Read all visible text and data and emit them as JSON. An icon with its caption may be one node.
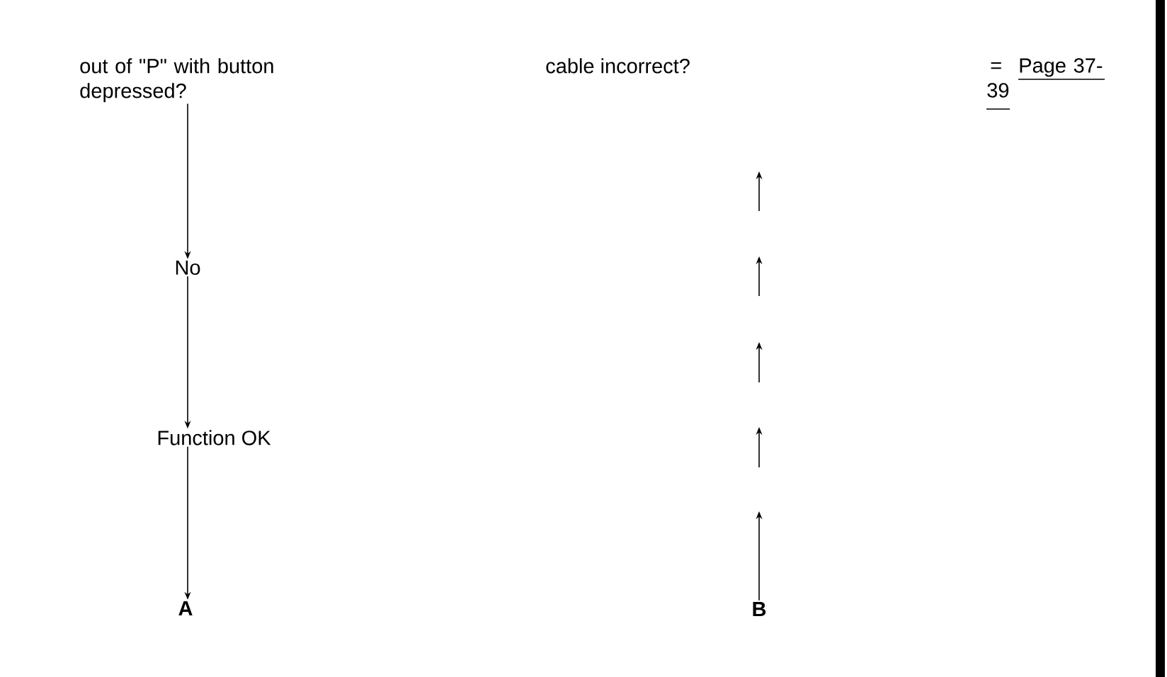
{
  "diagram": {
    "nodes": [
      {
        "text": [
          "out of \"P\" with button depressed?"
        ]
      },
      {
        "text": [
          "No"
        ]
      },
      {
        "text": [
          "Function OK"
        ]
      },
      {
        "text": [
          "A"
        ]
      },
      {
        "text": [
          "cable incorrect?"
        ]
      },
      {
        "text": [
          "B"
        ]
      }
    ],
    "edges": [
      {
        "from": 0,
        "to": 1,
        "arrow": "to"
      },
      {
        "from": 1,
        "to": 2,
        "arrow": "to"
      },
      {
        "from": 2,
        "to": 3,
        "arrow": "to"
      },
      {
        "from": 5,
        "to": null,
        "arrow": "to"
      }
    ],
    "labels": [
      "=",
      "Page 37-39"
    ]
  }
}
